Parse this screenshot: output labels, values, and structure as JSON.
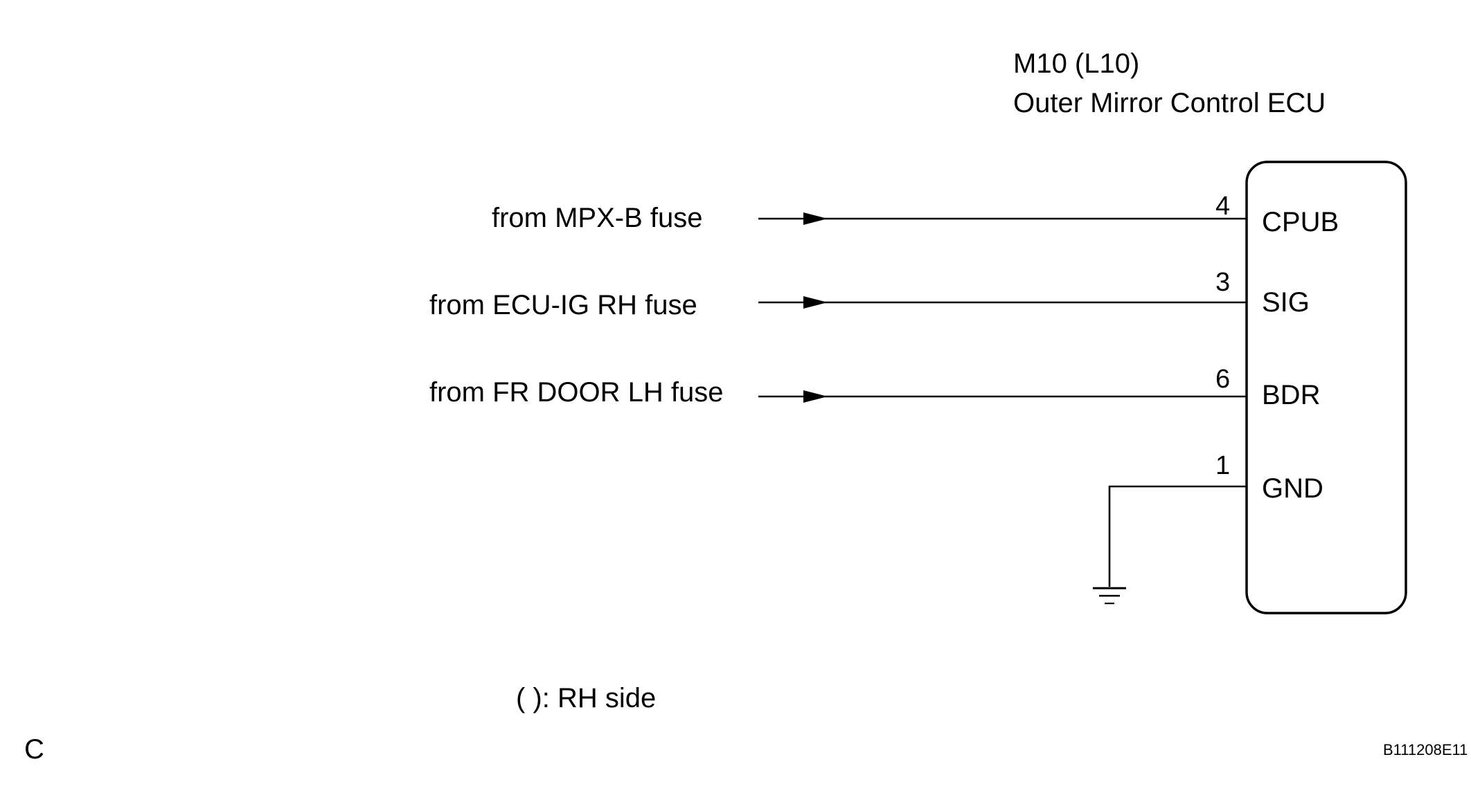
{
  "component": {
    "connector": "M10 (L10)",
    "name": "Outer Mirror Control ECU"
  },
  "inputs": [
    {
      "source": "from MPX-B fuse",
      "pin": "4",
      "terminal": "CPUB"
    },
    {
      "source": "from ECU-IG RH fuse",
      "pin": "3",
      "terminal": "SIG"
    },
    {
      "source": "from FR DOOR LH fuse",
      "pin": "6",
      "terminal": "BDR"
    }
  ],
  "ground": {
    "pin": "1",
    "terminal": "GND"
  },
  "legend": "( ): RH side",
  "corner_letter": "C",
  "figure_id": "B111208E11"
}
